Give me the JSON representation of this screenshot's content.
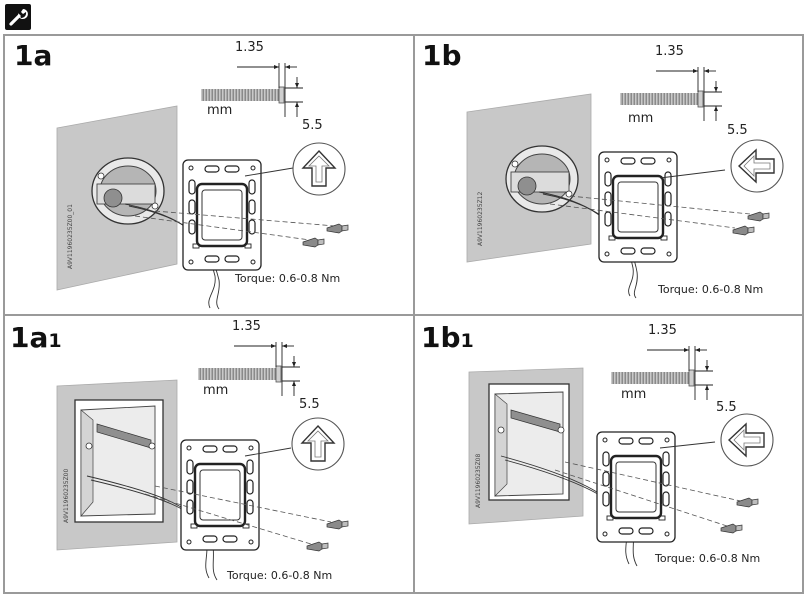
{
  "header": {
    "icon": "wrench-icon"
  },
  "dimensions": {
    "width": "1.35",
    "length": "5.5",
    "unit": "mm"
  },
  "panels": [
    {
      "id": "1a",
      "main": "1a",
      "sub": "",
      "torque": "Torque: 0.6-0.8 Nm",
      "code": "A9V11960235Z00_01",
      "arrow": "up",
      "box": "round"
    },
    {
      "id": "1b",
      "main": "1b",
      "sub": "",
      "torque": "Torque: 0.6-0.8 Nm",
      "code": "A9V11960235Z12",
      "arrow": "left",
      "box": "round"
    },
    {
      "id": "1a1",
      "main": "1a",
      "sub": "1",
      "torque": "Torque: 0.6-0.8 Nm",
      "code": "A9V11960235Z00",
      "arrow": "up",
      "box": "square"
    },
    {
      "id": "1b1",
      "main": "1b",
      "sub": "1",
      "torque": "Torque: 0.6-0.8 Nm",
      "code": "A9V11960235Z08",
      "arrow": "left",
      "box": "square"
    }
  ]
}
